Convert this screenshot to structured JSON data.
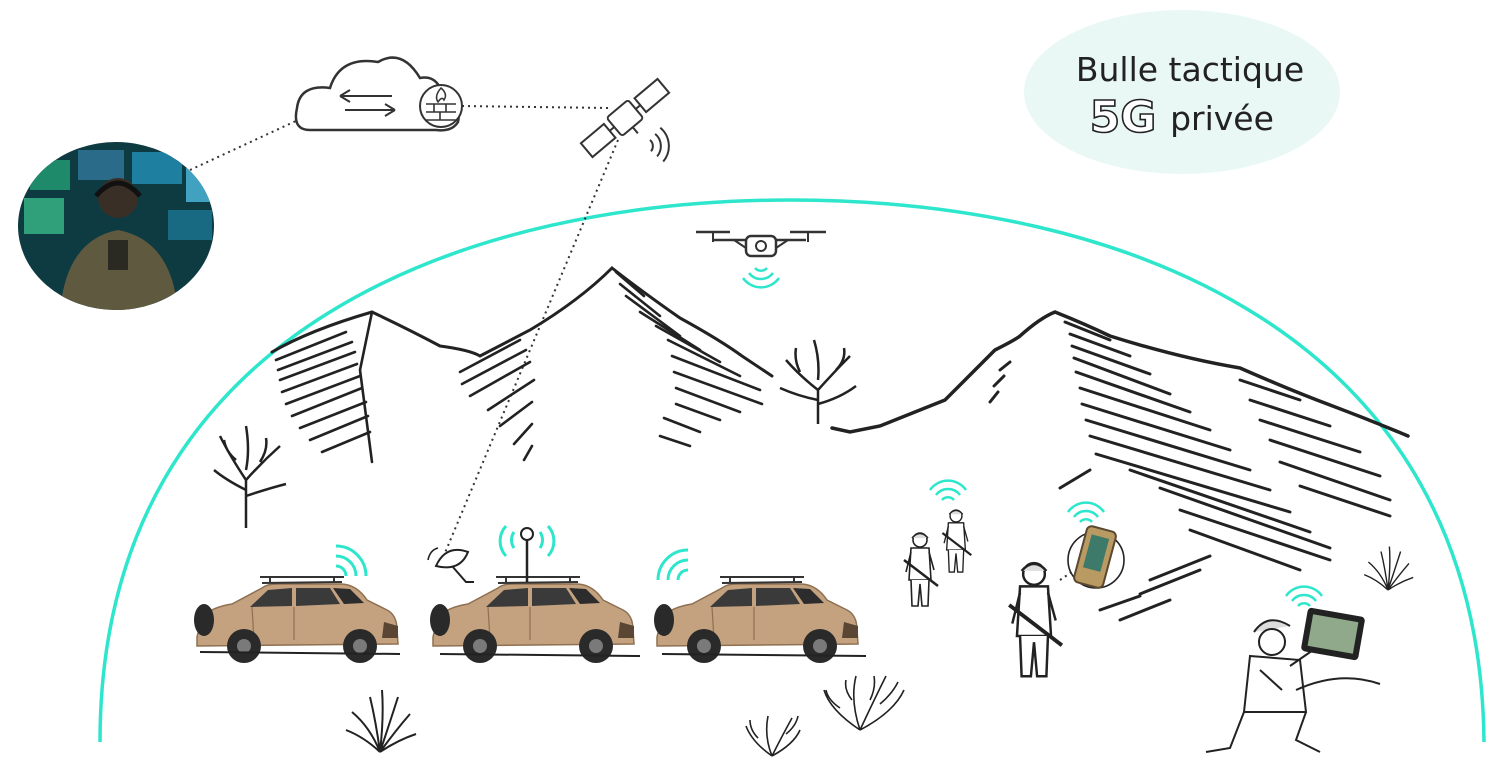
{
  "title": {
    "line1": "Bulle tactique",
    "highlight": "5G",
    "line2_rest": "privée"
  },
  "colors": {
    "bubble": "#2ee6cc",
    "title_bg": "#e9f8f5",
    "ink": "#222222",
    "vehicle": "#c4a27f",
    "vehicle_dark": "#8e7052",
    "signal": "#2ee6cc"
  },
  "icons": [
    "cloud-icon",
    "firewall-icon",
    "satellite-icon",
    "drone-icon",
    "satellite-dish-icon",
    "antenna-icon",
    "tablet-icon",
    "rugged-phone-icon"
  ]
}
